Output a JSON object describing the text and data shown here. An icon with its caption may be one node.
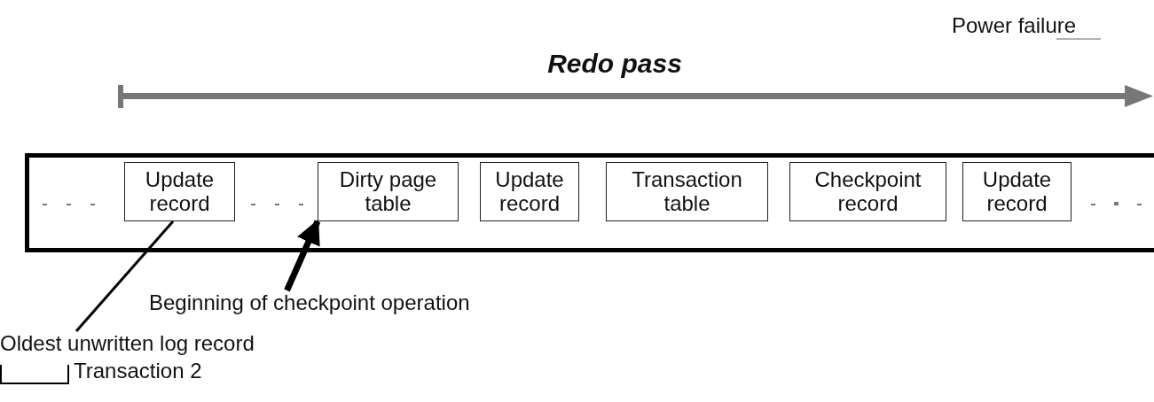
{
  "diagram": {
    "title": "Redo pass",
    "nodes": [
      {
        "text": [],
        "shape": "box"
      },
      {
        "text": [
          "Update record"
        ],
        "in": 0
      },
      {
        "text": [
          "Dirty page table"
        ],
        "in": 0
      },
      {
        "text": [
          "Update record"
        ],
        "in": 0
      },
      {
        "text": [
          "Transaction table"
        ],
        "in": 0
      },
      {
        "text": [
          "Checkpoint record"
        ],
        "in": 0
      },
      {
        "text": [
          "Update record"
        ],
        "in": 0
      },
      {
        "text": [
          "Beginning of checkpoint operation"
        ]
      },
      {
        "text": [
          "Oldest unwritten log record"
        ]
      }
    ],
    "edges": [
      {
        "from": 8,
        "to": 1,
        "arrow": "none"
      },
      {
        "from": 7,
        "to": 2,
        "arrow": "to",
        "style": "thick"
      }
    ],
    "labels": [
      "Power failure",
      "Transaction 2"
    ]
  }
}
